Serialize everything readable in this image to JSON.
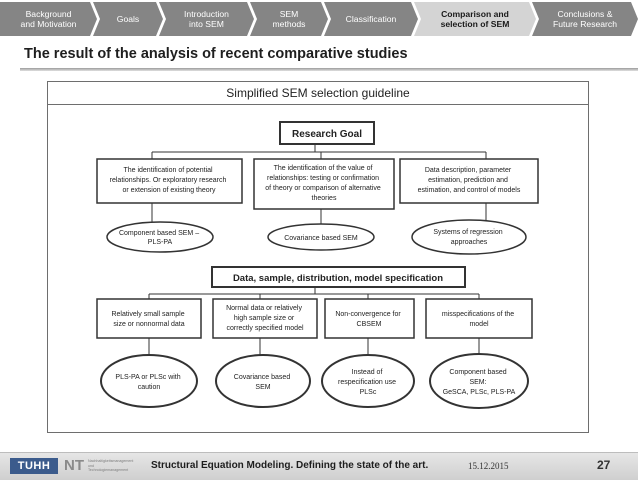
{
  "nav": {
    "items": [
      {
        "label": "Background\nand Motivation"
      },
      {
        "label": "Goals"
      },
      {
        "label": "Introduction\ninto SEM"
      },
      {
        "label": "SEM\nmethods"
      },
      {
        "label": "Classification"
      },
      {
        "label": "Comparison and\nselection of SEM"
      },
      {
        "label": "Conclusions &\nFuture Research"
      }
    ],
    "active_index": 5,
    "active_color": "#d4d4d4",
    "inactive_color": "#858585"
  },
  "slide": {
    "title": "The result of  the analysis of recent comparative studies"
  },
  "figure": {
    "heading": "Simplified SEM selection guideline",
    "research_goal": "Research Goal",
    "goals": [
      {
        "lines": [
          "The identification of potential",
          "relationships. Or exploratory research",
          "or extension of existing theory"
        ]
      },
      {
        "lines": [
          "The identification of the value of",
          "relationships: testing or confirmation",
          "of theory or comparison of alternative",
          "theories"
        ]
      },
      {
        "lines": [
          "Data description, parameter",
          "estimation, prediction and",
          "estimation, and control of models"
        ]
      }
    ],
    "goal_methods": [
      {
        "lines": [
          "Component based SEM –",
          "PLS-PA"
        ]
      },
      {
        "lines": [
          "Covariance based SEM"
        ]
      },
      {
        "lines": [
          "Systems of regression",
          "approaches"
        ]
      }
    ],
    "spec_box": "Data, sample, distribution, model specification",
    "conditions": [
      {
        "lines": [
          "Relatively small sample",
          "size or nonnormal data"
        ]
      },
      {
        "lines": [
          "Normal data or relatively",
          "high sample size or",
          "correctly specified model"
        ]
      },
      {
        "lines": [
          "Non-convergence for",
          "CBSEM"
        ]
      },
      {
        "lines": [
          "misspecifications of the",
          "model"
        ]
      }
    ],
    "outcomes": [
      {
        "lines": [
          "PLS-PA or PLSc with",
          "caution"
        ]
      },
      {
        "lines": [
          "Covariance based",
          "SEM"
        ]
      },
      {
        "lines": [
          "Instead of",
          "respecification use",
          "PLSc"
        ]
      },
      {
        "lines": [
          "Component based",
          "SEM:",
          "GeSCA, PLSc, PLS-PA"
        ]
      }
    ]
  },
  "footer": {
    "logo_tuhh": "TUHH",
    "logo_nt": "NT",
    "logo_nt_text": "Nachhaltigkeitsmanagement und Technologiemanagement",
    "text": "Structural Equation Modeling. Defining the state of the art.",
    "date": "15.12.2015",
    "page": "27"
  }
}
